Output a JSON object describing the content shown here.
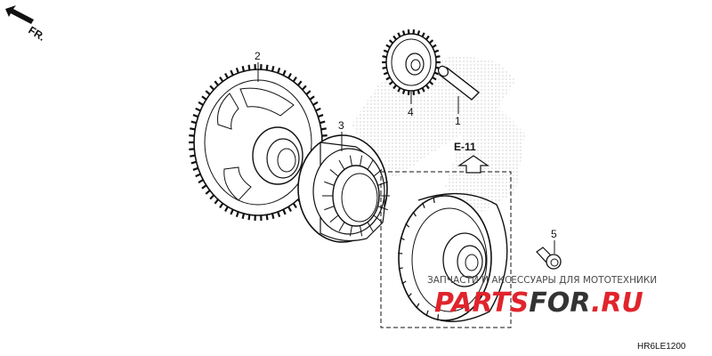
{
  "diagram": {
    "direction_label": "FR.",
    "callouts": [
      {
        "id": "callout-1",
        "text": "1"
      },
      {
        "id": "callout-2",
        "text": "2"
      },
      {
        "id": "callout-3",
        "text": "3"
      },
      {
        "id": "callout-4",
        "text": "4"
      },
      {
        "id": "callout-5",
        "text": "5"
      }
    ],
    "reference_label": "E-11",
    "drawing_code": "HR6LE1200"
  },
  "watermark": {
    "tagline": "ЗАПЧАСТИ И АКСЕССУАРЫ ДЛЯ МОТОТЕХНИКИ",
    "brand_part1": "PARTS",
    "brand_part2": "FOR",
    "brand_part3": ".RU",
    "colors": {
      "brand_red": "#e0242c",
      "brand_dark": "#333333",
      "stipple": "#c8c8c8"
    }
  }
}
